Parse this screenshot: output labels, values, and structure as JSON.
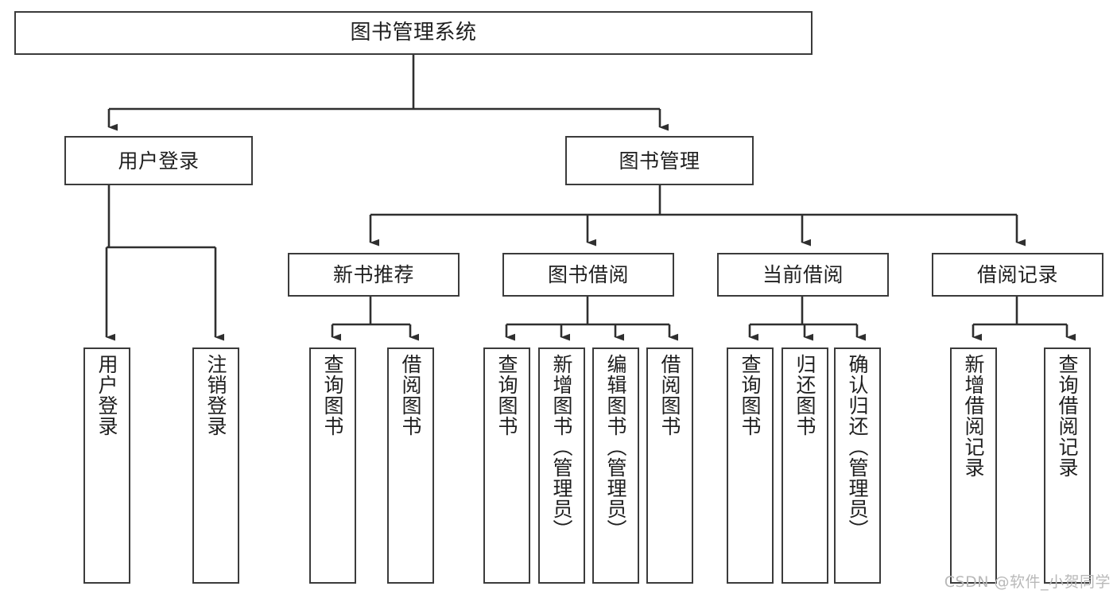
{
  "diagram": {
    "title": "图书管理系统",
    "type": "tree-hierarchy",
    "watermark": "CSDN @软件_小贺同学",
    "colors": {
      "border": "#3b3b3b",
      "background": "#ffffff",
      "text": "#1f1f1f",
      "edge": "#2f2f2f",
      "watermark": "#b9b9b9"
    },
    "nodes": {
      "root": {
        "label": "图书管理系统"
      },
      "level2": [
        {
          "label": "用户登录"
        },
        {
          "label": "图书管理"
        }
      ],
      "level3": [
        {
          "label": "新书推荐"
        },
        {
          "label": "图书借阅"
        },
        {
          "label": "当前借阅"
        },
        {
          "label": "借阅记录"
        }
      ],
      "leaves": {
        "user_login": [
          {
            "label": "用户登录"
          },
          {
            "label": "注销登录"
          }
        ],
        "new_book_recommend": [
          {
            "label": "查询图书"
          },
          {
            "label": "借阅图书"
          }
        ],
        "book_borrow": [
          {
            "label": "查询图书"
          },
          {
            "label": "新增图书（管理员）"
          },
          {
            "label": "编辑图书（管理员）"
          },
          {
            "label": "借阅图书"
          }
        ],
        "current_borrow": [
          {
            "label": "查询图书"
          },
          {
            "label": "归还图书"
          },
          {
            "label": "确认归还（管理员）"
          }
        ],
        "borrow_record": [
          {
            "label": "新增借阅记录"
          },
          {
            "label": "查询借阅记录"
          }
        ]
      }
    }
  }
}
